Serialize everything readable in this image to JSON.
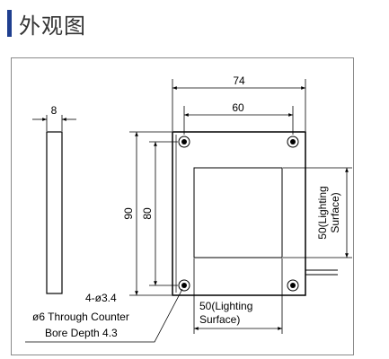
{
  "section_title": "外观图",
  "dimensions": {
    "side_thickness": "8",
    "overall_width": "74",
    "hole_spacing_width": "60",
    "overall_height": "90",
    "hole_spacing_height": "80",
    "lighting_height_line1": "50(Lighting",
    "lighting_height_line2": "Surface)",
    "lighting_width_line1": "50(Lighting",
    "lighting_width_line2": "Surface)"
  },
  "hole_note": {
    "line1": "4-ø3.4",
    "line2": "ø6 Through Counter",
    "line3": "Bore Depth 4.3"
  },
  "colors": {
    "heading_bar": "#1f3f8f",
    "line": "#000000",
    "frame_border": "#8a8a8a"
  }
}
